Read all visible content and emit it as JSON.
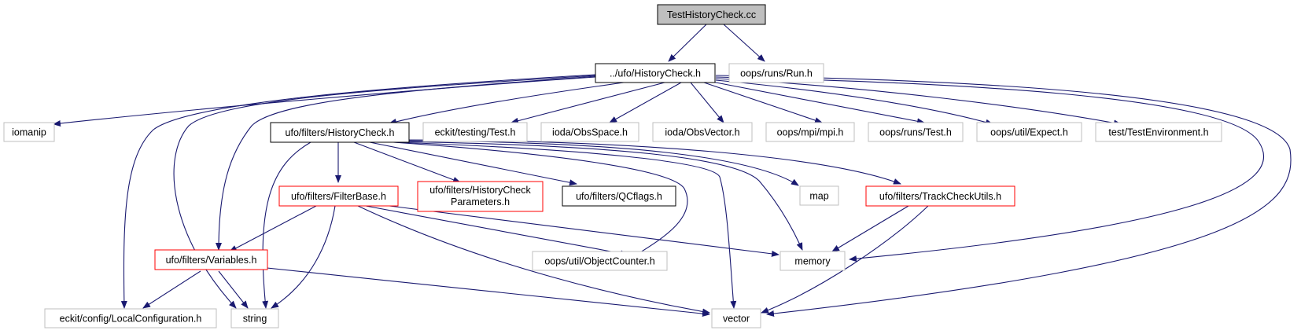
{
  "colors": {
    "edge": "#191970",
    "border_black": "#000000",
    "border_gray": "#bfbfbf",
    "border_red": "#ff0000",
    "fill_gray": "#bfbfbf",
    "fill_white": "#ffffff"
  },
  "nodes": {
    "root": {
      "label": "TestHistoryCheck.cc",
      "style": "root"
    },
    "ufo_history": {
      "label": "../ufo/HistoryCheck.h",
      "style": "black"
    },
    "oops_run": {
      "label": "oops/runs/Run.h",
      "style": "gray"
    },
    "iomanip": {
      "label": "iomanip",
      "style": "gray"
    },
    "filters_history": {
      "label": "ufo/filters/HistoryCheck.h",
      "style": "black"
    },
    "eckit_test": {
      "label": "eckit/testing/Test.h",
      "style": "gray"
    },
    "obsspace": {
      "label": "ioda/ObsSpace.h",
      "style": "gray"
    },
    "obsvector": {
      "label": "ioda/ObsVector.h",
      "style": "gray"
    },
    "mpi": {
      "label": "oops/mpi/mpi.h",
      "style": "gray"
    },
    "oops_test": {
      "label": "oops/runs/Test.h",
      "style": "gray"
    },
    "expect": {
      "label": "oops/util/Expect.h",
      "style": "gray"
    },
    "testenv": {
      "label": "test/TestEnvironment.h",
      "style": "gray"
    },
    "filterbase": {
      "label": "ufo/filters/FilterBase.h",
      "style": "red"
    },
    "params_1": {
      "label": "ufo/filters/HistoryCheck",
      "style": "red"
    },
    "params_2": {
      "label": "Parameters.h"
    },
    "qcflags": {
      "label": "ufo/filters/QCflags.h",
      "style": "black"
    },
    "map": {
      "label": "map",
      "style": "gray"
    },
    "trackcheck": {
      "label": "ufo/filters/TrackCheckUtils.h",
      "style": "red"
    },
    "variables": {
      "label": "ufo/filters/Variables.h",
      "style": "red"
    },
    "objcounter": {
      "label": "oops/util/ObjectCounter.h",
      "style": "gray"
    },
    "memory": {
      "label": "memory",
      "style": "gray"
    },
    "localconfig": {
      "label": "eckit/config/LocalConfiguration.h",
      "style": "gray"
    },
    "string": {
      "label": "string",
      "style": "gray"
    },
    "vector": {
      "label": "vector",
      "style": "gray"
    }
  }
}
